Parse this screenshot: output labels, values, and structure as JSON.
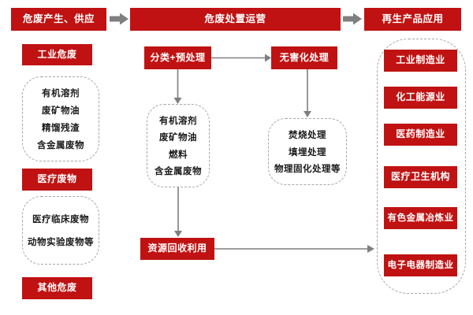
{
  "colors": {
    "node_red": "#c01212",
    "text_white": "#ffffff",
    "text_black": "#1a1a1a",
    "arrow_gray": "#7f7f7f",
    "dash_border_gray": "#a6a6a6",
    "background": "#ffffff"
  },
  "flow": {
    "stage1": "危废产生、供应",
    "stage2": "危废处置运营",
    "stage3": "再生产品应用"
  },
  "left": {
    "industrial_header": "工业危废",
    "industrial_items": [
      "有机溶剂",
      "废矿物油",
      "精馏残渣",
      "含金属废物"
    ],
    "medical_header": "医疗废物",
    "medical_items": [
      "医疗临床废物",
      "动物实验废物等"
    ],
    "other_header": "其他危废"
  },
  "middle": {
    "pretreatment": "分类+预处理",
    "recyclable_items": [
      "有机溶剂",
      "废矿物油",
      "燃料",
      "含金属废物"
    ],
    "harmless": "无害化处理",
    "harmless_items": [
      "焚烧处理",
      "填埋处理",
      "物理固化处理等"
    ],
    "recycle": "资源回收利用"
  },
  "right": {
    "industries": [
      "工业制造业",
      "化工能源业",
      "医药制造业",
      "医疗卫生机构",
      "有色金属冶炼业",
      "电子电器制造业"
    ]
  }
}
